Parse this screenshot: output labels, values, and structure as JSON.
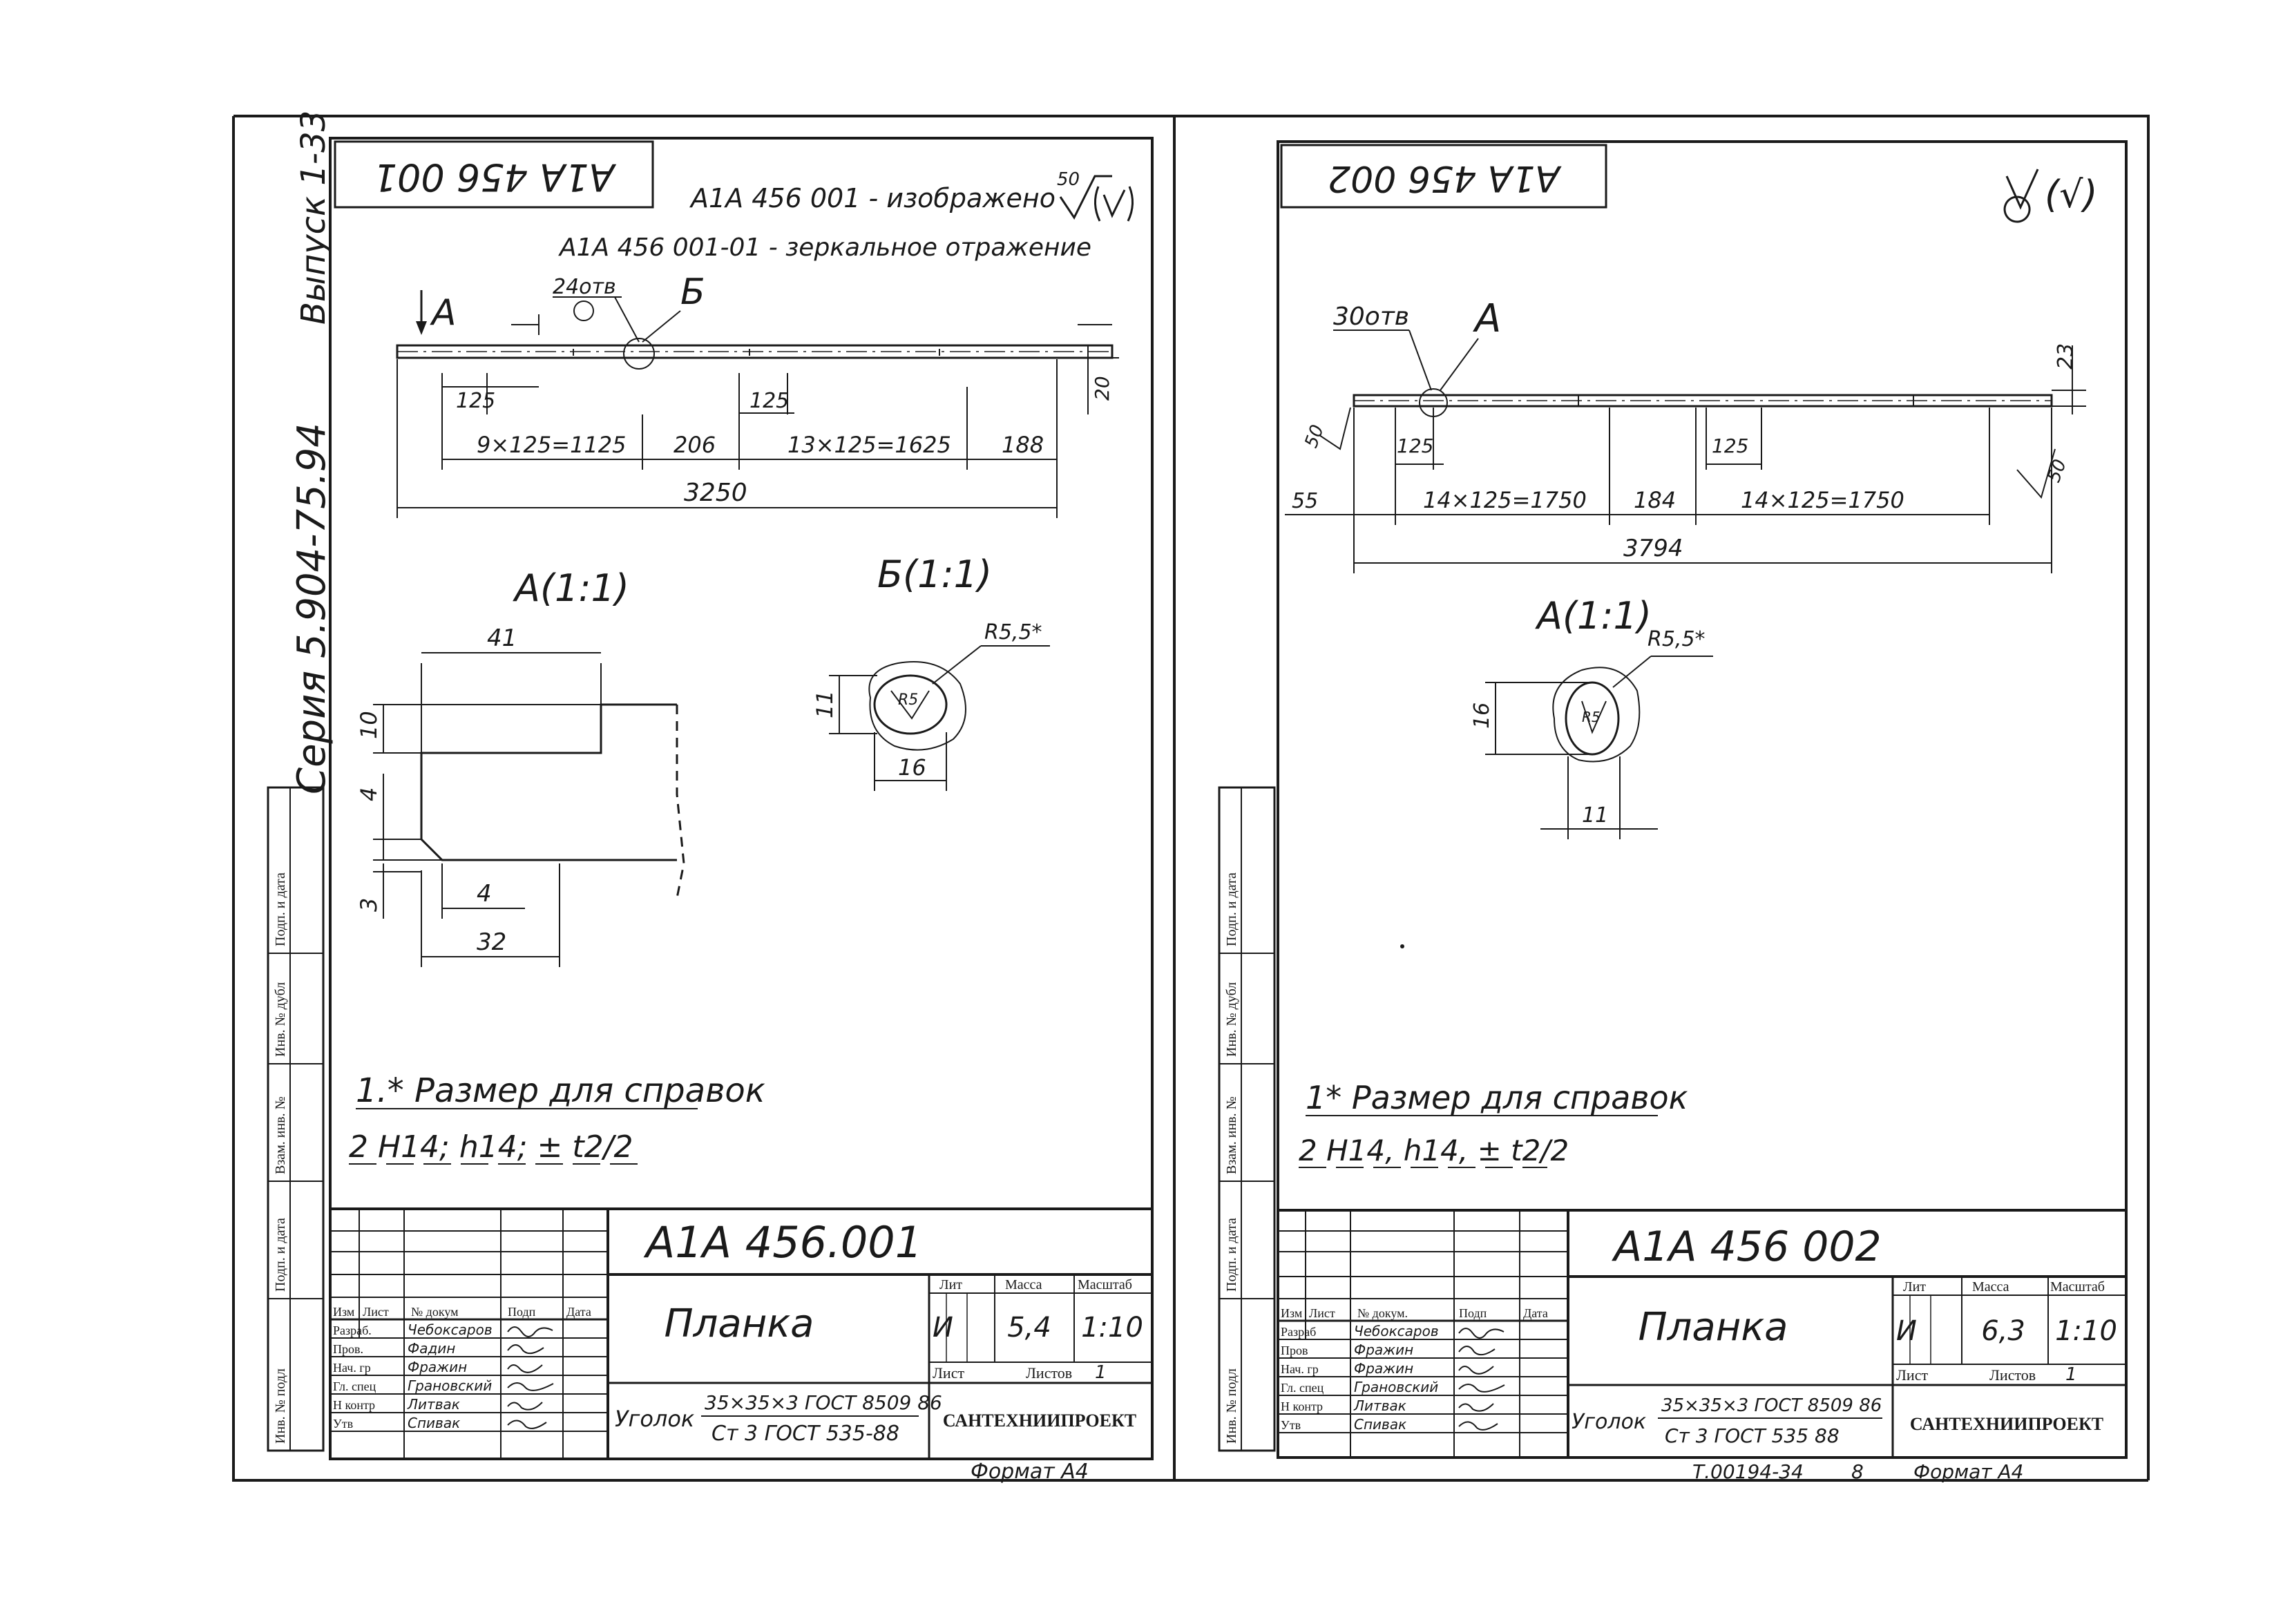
{
  "left_sheet": {
    "mirror_code": "А1А 456 001",
    "note_shown": "А1А 456 001 - изображено",
    "note_mirror": "А1А 456 001-01 - зеркальное отражение",
    "roughness": "50",
    "holes": "24отв",
    "label_A": "А",
    "label_B": "Б",
    "dims": {
      "pitch_a": "125",
      "pitch_b": "125",
      "seg1": "9×125=1125",
      "gap": "206",
      "seg2": "13×125=1625",
      "end": "188",
      "total": "3250",
      "height": "20"
    },
    "view_A": {
      "title": "А(1:1)",
      "d41": "41",
      "d10": "10",
      "d4a": "4",
      "d3": "3",
      "d4b": "4",
      "d32": "32"
    },
    "view_B": {
      "title": "Б(1:1)",
      "radius": "R5,5*",
      "inner": "R5",
      "h": "11",
      "w": "16"
    },
    "notes": [
      "1.* Размер для справок",
      "2 Н14; h14; ± t2/2"
    ],
    "title_block": {
      "designation": "А1А 456.001",
      "name": "Планка",
      "material_top": "35×35×3 ГОСТ 8509 86",
      "material_prefix": "Уголок",
      "material_bottom": "Ст 3 ГОСТ 535-88",
      "lit_header": "Лит",
      "mass_header": "Масса",
      "scale_header": "Масштаб",
      "lit": "И",
      "mass": "5,4",
      "scale": "1:10",
      "sheet_label": "Лист",
      "sheets_label": "Листов",
      "sheets": "1",
      "org": "САНТЕХНИИПРОЕКТ",
      "col_headers": [
        "Изм",
        "Лист",
        "№ докум",
        "Подп",
        "Дата"
      ],
      "roles": [
        "Разраб.",
        "Пров.",
        "Нач. гр",
        "Гл. спец",
        "Н контр",
        "Утв"
      ],
      "people": [
        "Чебоксаров",
        "Фадин",
        "Фражин",
        "Грановский",
        "Литвак",
        "Спивак"
      ],
      "format": "Формат А4"
    },
    "side": {
      "series": "Серия 5.904-75.94",
      "issue": "Выпуск 1-33",
      "stamp_cells": [
        "Подп. и дата",
        "Инв. № дубл",
        "Взам. инв. №",
        "Подп. и дата",
        "Инв. № подл"
      ]
    }
  },
  "right_sheet": {
    "mirror_code": "А1А 456 002",
    "roughness": "(√)",
    "holes": "30отв",
    "label_A": "А",
    "dims": {
      "top": "23",
      "left_angle": "50",
      "right_angle": "50",
      "pitch": "125",
      "pitch2": "125",
      "left_off": "55",
      "seg1": "14×125=1750",
      "mid": "184",
      "seg2": "14×125=1750",
      "total": "3794"
    },
    "view_A": {
      "title": "А(1:1)",
      "radius": "R5,5*",
      "inner": "R5",
      "h": "16",
      "w": "11"
    },
    "notes": [
      "1* Размер для справок",
      "2 Н14, h14, ± t2/2"
    ],
    "title_block": {
      "designation": "А1А 456 002",
      "name": "Планка",
      "material_top": "35×35×3 ГОСТ 8509 86",
      "material_prefix": "Уголок",
      "material_bottom": "Ст 3 ГОСТ 535 88",
      "lit_header": "Лит",
      "mass_header": "Масса",
      "scale_header": "Масштаб",
      "lit": "И",
      "mass": "6,3",
      "scale": "1:10",
      "sheet_label": "Лист",
      "sheets_label": "Листов",
      "sheets": "1",
      "org": "САНТЕХНИИПРОЕКТ",
      "col_headers": [
        "Изм",
        "Лист",
        "№ докум.",
        "Подп",
        "Дата"
      ],
      "roles": [
        "Разраб",
        "Пров",
        "Нач. гр",
        "Гл. спец",
        "Н контр",
        "Утв"
      ],
      "people": [
        "Чебоксаров",
        "Фражин",
        "Фражин",
        "Грановский",
        "Литвак",
        "Спивак"
      ],
      "bottom_code": "Т.00194-34",
      "bottom_page": "8",
      "format": "Формат А4"
    },
    "side": {
      "stamp_cells": [
        "Подп. и дата",
        "Инв. № дубл",
        "Взам. инв. №",
        "Подп. и дата",
        "Инв. № подл"
      ]
    }
  }
}
